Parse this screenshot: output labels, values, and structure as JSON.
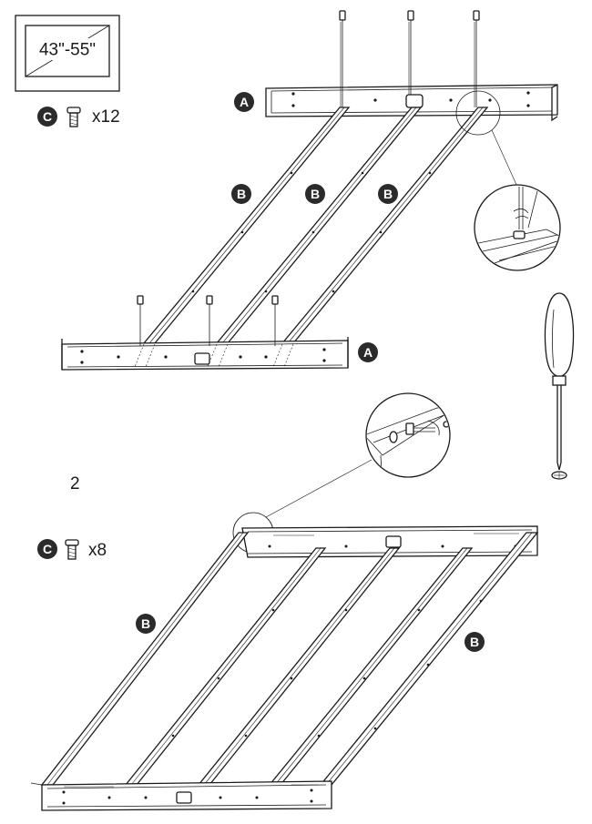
{
  "tv_size": {
    "label": "43\"-55\""
  },
  "step1": {
    "hardware": {
      "badge": "C",
      "quantity": "x12"
    },
    "part_labels": {
      "rail_top": "A",
      "rail_bottom": "A",
      "bar_1": "B",
      "bar_2": "B",
      "bar_3": "B"
    }
  },
  "step2": {
    "number": "2",
    "hardware": {
      "badge": "C",
      "quantity": "x8"
    },
    "part_labels": {
      "bar_left": "B",
      "bar_right": "B"
    }
  },
  "tool": {
    "icon": "screwdriver-icon"
  }
}
